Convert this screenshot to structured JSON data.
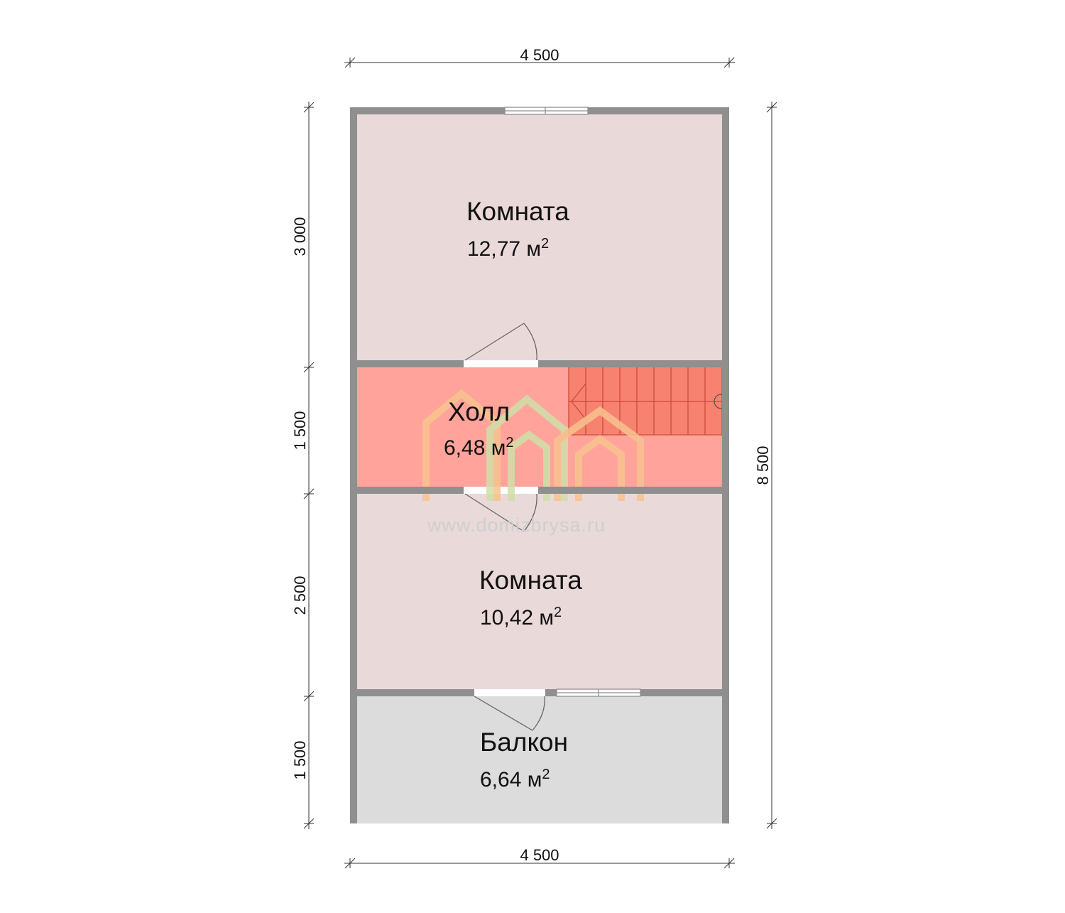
{
  "colors": {
    "wall": "#8f8f8f",
    "room_fill": "#ead9d9",
    "hall_fill": "#ffa39b",
    "stair_fill": "#f7826f",
    "balcony_fill": "#dcdcdc",
    "dimension_line": "#333333",
    "watermark_orange": "#f9c38f",
    "watermark_green": "#cfe0a8",
    "watermark_text": "#cfcfcf"
  },
  "dimensions": {
    "top_width": "4 500",
    "bottom_width": "4 500",
    "total_height": "8 500",
    "segment_room_top": "3 000",
    "segment_hall": "1 500",
    "segment_room_bottom": "2 500",
    "segment_balcony": "1 500"
  },
  "rooms": {
    "room_top": {
      "name": "Комната",
      "area": "12,77 м",
      "area_sup": "2"
    },
    "hall": {
      "name": "Холл",
      "area": "6,48 м",
      "area_sup": "2"
    },
    "room_bottom": {
      "name": "Комната",
      "area": "10,42 м",
      "area_sup": "2"
    },
    "balcony": {
      "name": "Балкон",
      "area": "6,64 м",
      "area_sup": "2"
    }
  },
  "watermark": {
    "url": "www.domizbrysa.ru"
  }
}
